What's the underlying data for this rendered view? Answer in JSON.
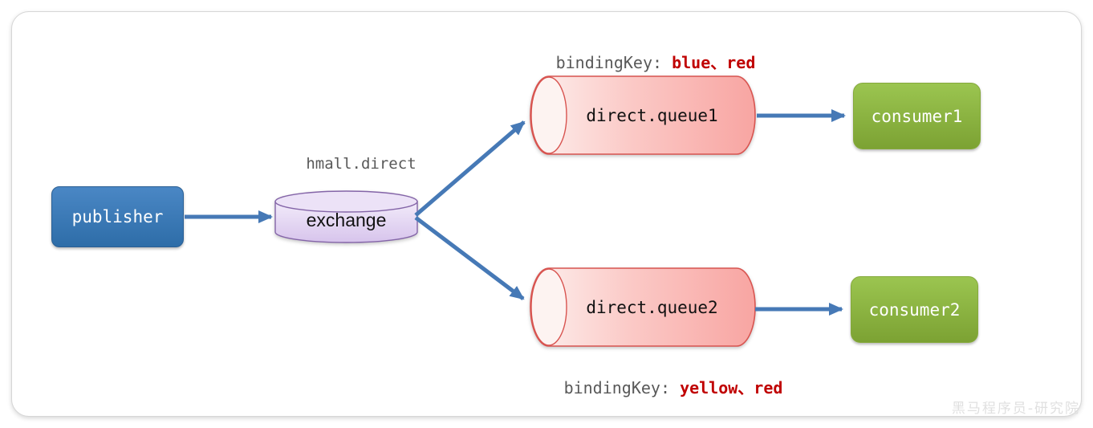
{
  "diagram": {
    "type": "rabbitmq-direct-exchange-routing",
    "exchange_name_label": "hmall.direct",
    "nodes": {
      "publisher": {
        "label": "publisher",
        "shape": "rounded-rect",
        "fill": "#2e6da8",
        "text_color": "#ffffff"
      },
      "exchange": {
        "label": "exchange",
        "shape": "cylinder-vertical",
        "fill": "#e6d9f3",
        "border": "#8465a8"
      },
      "queue1": {
        "label": "direct.queue1",
        "shape": "cylinder-horizontal",
        "fill": "#f8a5a2",
        "border": "#d85450"
      },
      "queue2": {
        "label": "direct.queue2",
        "shape": "cylinder-horizontal",
        "fill": "#f8a5a2",
        "border": "#d85450"
      },
      "consumer1": {
        "label": "consumer1",
        "shape": "rounded-rect",
        "fill": "#84ad3a",
        "text_color": "#ffffff"
      },
      "consumer2": {
        "label": "consumer2",
        "shape": "rounded-rect",
        "fill": "#84ad3a",
        "text_color": "#ffffff"
      }
    },
    "edges": [
      {
        "from": "publisher",
        "to": "exchange"
      },
      {
        "from": "exchange",
        "to": "queue1"
      },
      {
        "from": "exchange",
        "to": "queue2"
      },
      {
        "from": "queue1",
        "to": "consumer1"
      },
      {
        "from": "queue2",
        "to": "consumer2"
      }
    ],
    "binding_key_top": {
      "prefix": "bindingKey: ",
      "keys": "blue、red"
    },
    "binding_key_bottom": {
      "prefix": "bindingKey: ",
      "keys": "yellow、red"
    },
    "watermark": "黑马程序员-研究院",
    "colors": {
      "arrow": "#4679b6",
      "label_gray": "#595959",
      "binding_key_red": "#c00000",
      "panel_border": "#d6d6d6",
      "background": "#ffffff"
    }
  }
}
